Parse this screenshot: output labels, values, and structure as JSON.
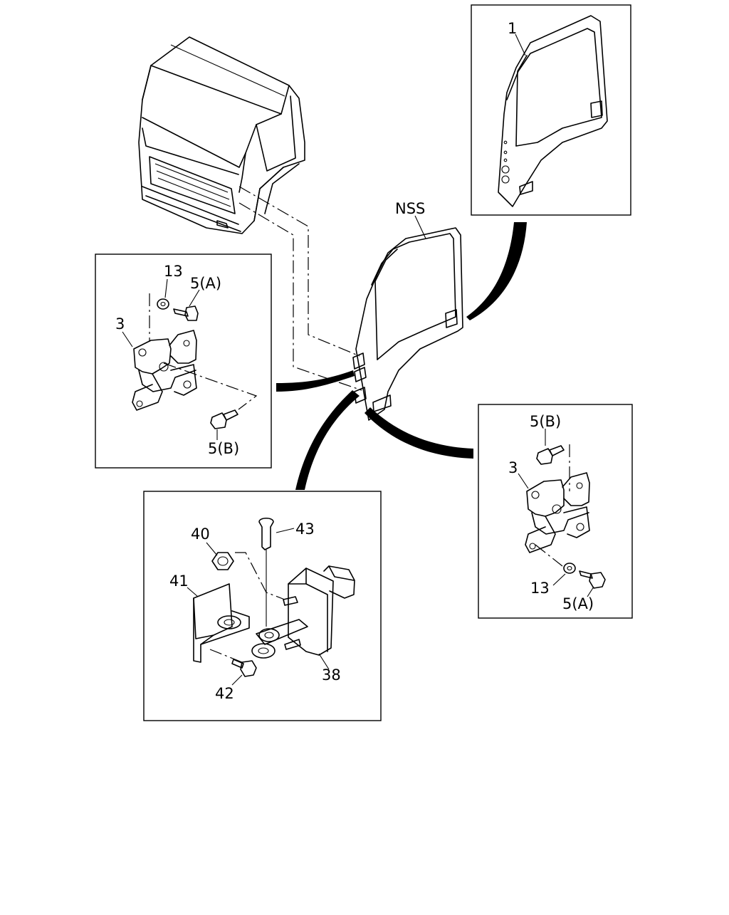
{
  "diagram": {
    "labels": {
      "door_outer_part": "1",
      "door_nss": "NSS",
      "hinge": "3",
      "bolt_a": "5(A)",
      "bolt_b": "5(B)",
      "washer": "13",
      "checker_assembly": "38",
      "nut": "40",
      "bracket": "41",
      "screw": "42",
      "pin": "43"
    },
    "icons": [
      "truck-cab-icon",
      "door-icon",
      "hinge-icon",
      "bolt-icon",
      "washer-icon",
      "door-checker-icon"
    ]
  }
}
